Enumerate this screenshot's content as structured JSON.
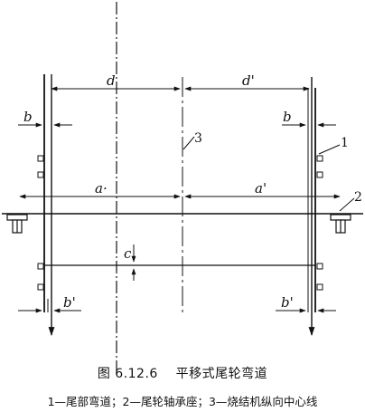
{
  "labels": {
    "d": "d",
    "d_prime": "d'",
    "b_left": "b",
    "b_right": "b",
    "a_left": "a·",
    "a_prime": "a'",
    "c": "c",
    "b_prime_left": "b'",
    "b_prime_right": "b'",
    "num_1": "1",
    "num_2": "2",
    "num_3": "3"
  },
  "caption": {
    "figure_number": "图 6.12.6",
    "figure_title": "平移式尾轮弯道"
  },
  "legend": "1—尾部弯道；2—尾轮轴承座；3—烧结机纵向中心线",
  "colors": {
    "ink": "#111111",
    "background": "#ffffff"
  }
}
